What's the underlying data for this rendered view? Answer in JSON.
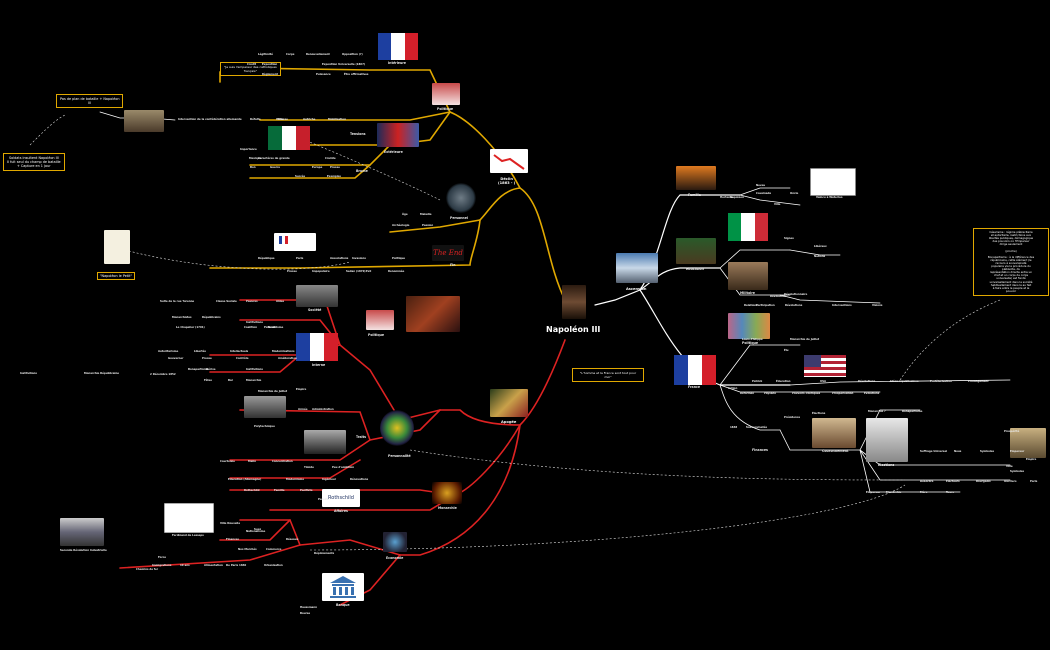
{
  "center": {
    "title": "Napoléon III"
  },
  "quote": "\"L'homme et la France sont tout pour moi\"",
  "branches": {
    "ascension": "Ascension",
    "declin": "Déclin\n(1863 - )",
    "apogee": "Apogée"
  },
  "nodes": {
    "politique_top": "Politique",
    "interieure": "Intérieure",
    "exterieure": "Extérieure",
    "tensions": "Tensions",
    "brume": "Brume",
    "personnel": "Personnel",
    "fin": "Fin",
    "famille": "Famille",
    "education": "Education",
    "militaire": "Militaire",
    "politique_right": "Politique",
    "france": "France",
    "couronnement": "Couronnement",
    "elections": "Elections",
    "finances": "Finances",
    "societe": "Société",
    "politique_mid": "Politique",
    "interne": "Interne",
    "traits": "Traits",
    "personnalite": "Personnalité",
    "affaires": "Affaires",
    "monarchie": "Monarchie",
    "economie": "Economie",
    "banque": "Banque",
    "vaincu": "Vaincu à Waterloo",
    "suite": "Suite de la rue Turenne",
    "napoleon_petit": "\"Napoléon le Petit\"",
    "revolution_indus": "Seconde Révolution Industrielle",
    "ferdinand": "Ferdinand de Lesseps"
  },
  "notes": {
    "soldats": "Soldats insultent Napoléon III\nIl fuit seul du champ de bataille\n+ Capture en 1 jour",
    "pas_de_plan": "Pas de plan de bataille + Napoléon\nIII",
    "empereur": "\"Je suis l'empereur des catholiques\nfrançais\"",
    "cesarisme": "Césarisme : régime plébiscitaire\net autoritaire, restrictions aux\nlibertés publiques, démagogique\ndes pouvoirs où l'Empereur\ndirige seulement\n\n(proche)\n\nBonapartisme : à la différence des\nrépublicains, cette élément (le\nrecours à souveraineté\npopulaire via la procédure du\nplébiscite, du\nreprésentation directe entre un\nchef et un corps de corps\nuniverselle) est fondé\nuniversellement dans la société\nhabituellement dans la au fait\nà faire entre le peuple et le\npouvoir"
  },
  "labels": [
    "Légitimité",
    "Corps",
    "Renouvellement",
    "Opposition (?)",
    "Crédit",
    "Exposition",
    "Exposition Universelle (1867)",
    "Règlement",
    "Puissance",
    "Être affirmatives",
    "Intervention de la confédération allemande",
    "Défaite",
    "Prusse",
    "Autriche",
    "Mobilisation",
    "Italie",
    "Importance",
    "Caractères de grande",
    "Crainte",
    "Mexique",
    "Bon",
    "Guerre",
    "Europe",
    "Prusse",
    "Succès",
    "Exemples",
    "Âge",
    "Maladie",
    "Archéologie",
    "Passion",
    "République",
    "Paris",
    "Associations",
    "Invasions",
    "Politique",
    "Prusse",
    "Impopulaire",
    "Sedan (1870)",
    "Exil",
    "Renommée",
    "Neveu",
    "Cousinade",
    "Oncle",
    "Ville",
    "Hortense",
    "Napoléon",
    "Signes",
    "Libéraux",
    "Nations",
    "Révolution",
    "Révolutionnaire",
    "Relations",
    "Participation",
    "Révolutions",
    "Interventions",
    "Visions",
    "Louis-Philippe",
    "Monarchie de Juillet",
    "Élu",
    "Action",
    "Patrick",
    "Éducation",
    "USA",
    "Révolutions",
    "Idées républicaines",
    "Prolétarisation",
    "Prolongement",
    "Réformes",
    "Paysans",
    "Pouvoirs Politiques",
    "Prospérisation",
    "Évolutions",
    "1848",
    "Souverainetés",
    "Présidence",
    "Monarchie ?",
    "Bonapartisme",
    "Élections",
    "Suffrage Universel",
    "Nous",
    "Symboles",
    "Empereur",
    "Empire",
    "Vote",
    "Paris",
    "Prospérité",
    "Symboles",
    "Désordre",
    "Électeurs",
    "Bourgeois",
    "Ouvriers",
    "Empereur",
    "Monarchie",
    "Mère",
    "Tours",
    "Classe Sociale",
    "Pauvres",
    "Aides",
    "Monarchistes",
    "Républicains",
    "Institutions",
    "Paternalisme",
    "Le Chapelier (1791)",
    "Coalition",
    "Droit",
    "Autoritarisme",
    "Libertés",
    "Intellectuels",
    "Modernisations",
    "Gouverner",
    "Presse",
    "Contrôle",
    "Amélioration",
    "Bonapartisme",
    "Dérive",
    "Institutions",
    "Fêtes",
    "Bal",
    "Monarchie",
    "Empire",
    "Institutions",
    "Monarchie Républicaine",
    "2 Décembre 1852",
    "Monarchie de Juillet",
    "Armée",
    "Administration",
    "Polytechnique",
    "Courtoisie",
    "Malin",
    "Concentration",
    "Timide",
    "Peu d'ambition",
    "Education (Allemagne)",
    "Modernisme",
    "Ingénieur",
    "Rénovations",
    "Rothschild",
    "Famille",
    "Pacifiste",
    "Pereire",
    "Suez",
    "Nationalisme",
    "Finances",
    "Nos Marchés",
    "Commerce",
    "Réseaux",
    "Ville Nouvelle",
    "Force",
    "Immigrations",
    "10 ans",
    "Alimentation",
    "De Paris 1840",
    "Urbanisation",
    "Déploiements",
    "Chemins de fer",
    "Haussmann",
    "Bourse"
  ]
}
